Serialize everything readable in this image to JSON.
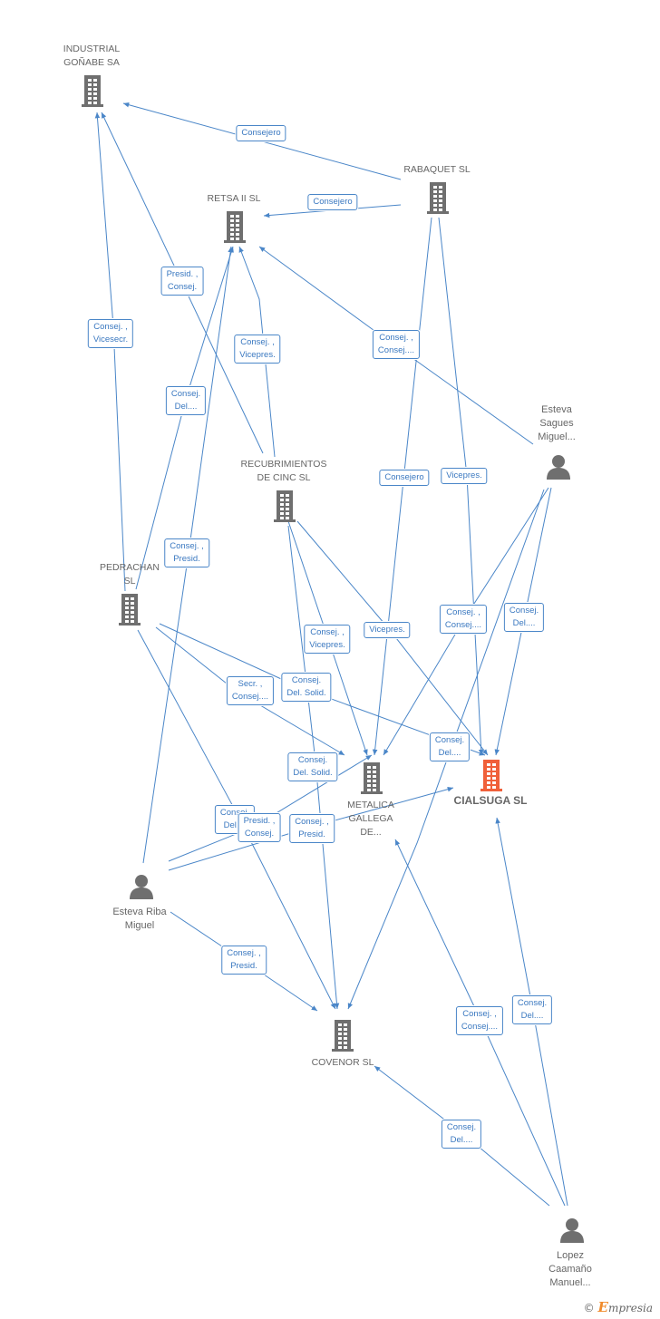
{
  "colors": {
    "edge": "#4a86c8",
    "node": "#6f6f6f",
    "focus": "#f0603a"
  },
  "nodes": [
    {
      "id": "industrial",
      "type": "company",
      "label": "INDUSTRIAL\nGOÑABE SA",
      "icon": "building-icon"
    },
    {
      "id": "retsa",
      "type": "company",
      "label": "RETSA II SL",
      "icon": "building-icon"
    },
    {
      "id": "rabaquet",
      "type": "company",
      "label": "RABAQUET SL",
      "icon": "building-icon"
    },
    {
      "id": "recubrimientos",
      "type": "company",
      "label": "RECUBRIMIENTOS\nDE CINC SL",
      "icon": "building-icon"
    },
    {
      "id": "pedrachan",
      "type": "company",
      "label": "PEDRACHAN\nSL",
      "icon": "building-icon"
    },
    {
      "id": "esteva_sagues",
      "type": "person",
      "label": "Esteva\nSagues\nMiguel...",
      "icon": "person-icon"
    },
    {
      "id": "metalica",
      "type": "company",
      "label": "METALICA\nGALLEGA\nDE...",
      "icon": "building-icon"
    },
    {
      "id": "cialsuga",
      "type": "focus",
      "label": "CIALSUGA SL",
      "icon": "building-icon"
    },
    {
      "id": "esteva_riba",
      "type": "person",
      "label": "Esteva Riba\nMiguel",
      "icon": "person-icon"
    },
    {
      "id": "covenor",
      "type": "company",
      "label": "COVENOR SL",
      "icon": "building-icon"
    },
    {
      "id": "lopez",
      "type": "person",
      "label": "Lopez\nCaamaño\nManuel...",
      "icon": "person-icon"
    }
  ],
  "edge_labels": [
    "Consejero",
    "Consejero",
    "Presid. ,\nConsej.",
    "Consej. ,\nVicesecr.",
    "Consej. ,\nVicepres.",
    "Consej. ,\nConsej....",
    "Consej.\nDel....",
    "Consejero",
    "Vicepres.",
    "Consej. ,\nPresid.",
    "Consej. ,\nConsej....",
    "Consej.\nDel....",
    "Consej. ,\nVicepres.",
    "Vicepres.",
    "Secr. ,\nConsej....",
    "Consej.\nDel. Solid.",
    "Consej.\nDel....",
    "Consej.\nDel. Solid.",
    "Consej.\nDel....",
    "Presid. ,\nConsej.",
    "Consej. ,\nPresid.",
    "Consej. ,\nPresid.",
    "Consej. ,\nConsej....",
    "Consej.\nDel....",
    "Consej.\nDel...."
  ],
  "footer": {
    "copyright": "©",
    "brand_initial": "E",
    "brand_rest": "mpresia"
  }
}
